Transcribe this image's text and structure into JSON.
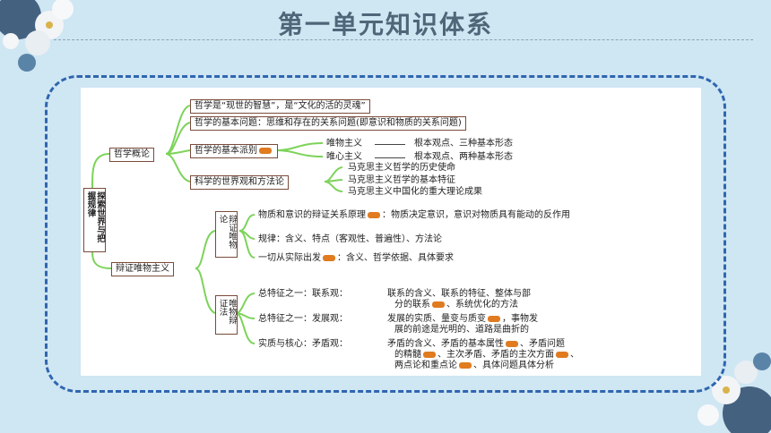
{
  "slide": {
    "title": "第一单元知识体系",
    "colors": {
      "background": "#cfe6f3",
      "title": "#4f6679",
      "frame": "#2f66b0",
      "branch": "#7dd35a",
      "badge": "#e07b20"
    }
  },
  "diagram": {
    "root": "探索世界与把握规律",
    "branch1": {
      "label": "哲学概论",
      "items": {
        "i1": "哲学是“现世的智慧”，是“文化的活的灵魂”",
        "i2": "哲学的基本问题：思维和存在的关系问题(即意识和物质的关系问题)",
        "i3": "哲学的基本派别",
        "i3a": "唯物主义",
        "i3a_detail": "根本观点、三种基本形态",
        "i3b": "唯心主义",
        "i3b_detail": "根本观点、两种基本形态",
        "i4": "科学的世界观和方法论",
        "i4a": "马克思主义哲学的历史使命",
        "i4b": "马克思主义哲学的基本特征",
        "i4c": "马克思主义中国化的重大理论成果"
      }
    },
    "branch2": {
      "label": "辩证唯物主义",
      "sub1": {
        "label": "辩证唯物论",
        "a_pre": "物质和意识的辩证关系原理",
        "a_post": "：物质决定意识，意识对物质具有能动的反作用",
        "b": "规律：含义、特点（客观性、普遍性）、方法论",
        "c_pre": "一切从实际出发",
        "c_post": "：含义、哲学依据、具体要求"
      },
      "sub2": {
        "label": "唯物辩证法",
        "a_left": "总特征之一：联系观：",
        "a_l1": "联系的含义、联系的特征、整体与部",
        "a_l2_pre": "分的联系",
        "a_l2_post": "、系统优化的方法",
        "b_left": "总特征之一：发展观：",
        "b_l1_pre": "发展的实质、量变与质变",
        "b_l1_post": "，事物发",
        "b_l2": "展的前途是光明的、道路是曲折的",
        "c_left": "实质与核心：矛盾观：",
        "c_l1_pre": "矛盾的含义、矛盾的基本属性",
        "c_l1_post": "、矛盾问题",
        "c_l2_a": "的精髓",
        "c_l2_b": "、主次矛盾、矛盾的主次方面",
        "c_l2_c": "、",
        "c_l3_a": "两点论和重点论",
        "c_l3_b": "、具体问题具体分析"
      }
    }
  }
}
